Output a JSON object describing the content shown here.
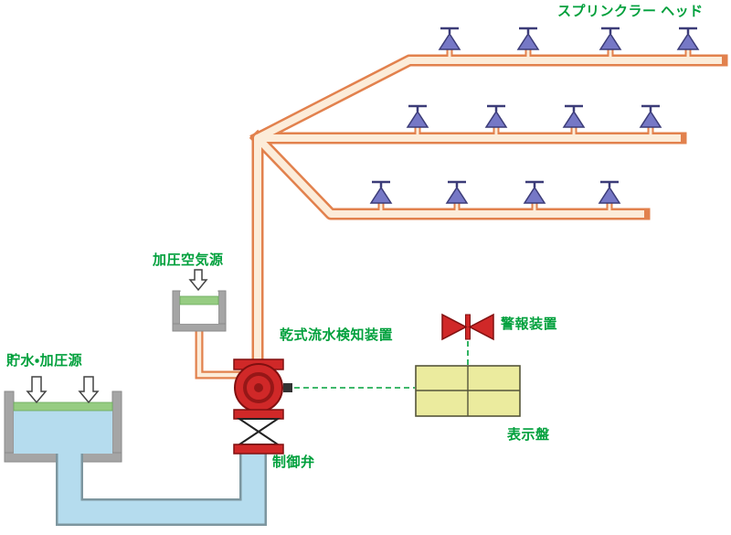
{
  "labels": {
    "sprinkler_head": "スプリンクラー ヘッド",
    "air_source": "加圧空気源",
    "flow_detector": "乾式流水検知装置",
    "alarm": "警報装置",
    "display_panel": "表示盤",
    "control_valve": "制御弁",
    "water_source": "貯水・加圧源"
  },
  "colors": {
    "label_green": "#00A03C",
    "dry_pipe_outline": "#e2814d",
    "dry_pipe_fill": "#fcecd9",
    "wet_pipe_fill": "#b5dcee",
    "wet_pipe_outline": "#7d969f",
    "sprinkler_head_fill": "#7678c6",
    "sprinkler_head_outline": "#3c3c78",
    "valve_red": "#d02828",
    "valve_red_dark": "#801010",
    "panel_yellow": "#ebeb9e",
    "tank_gray": "#a5a5a5",
    "band_green": "#96cc82",
    "signal_dash_green": "#00A03C"
  }
}
